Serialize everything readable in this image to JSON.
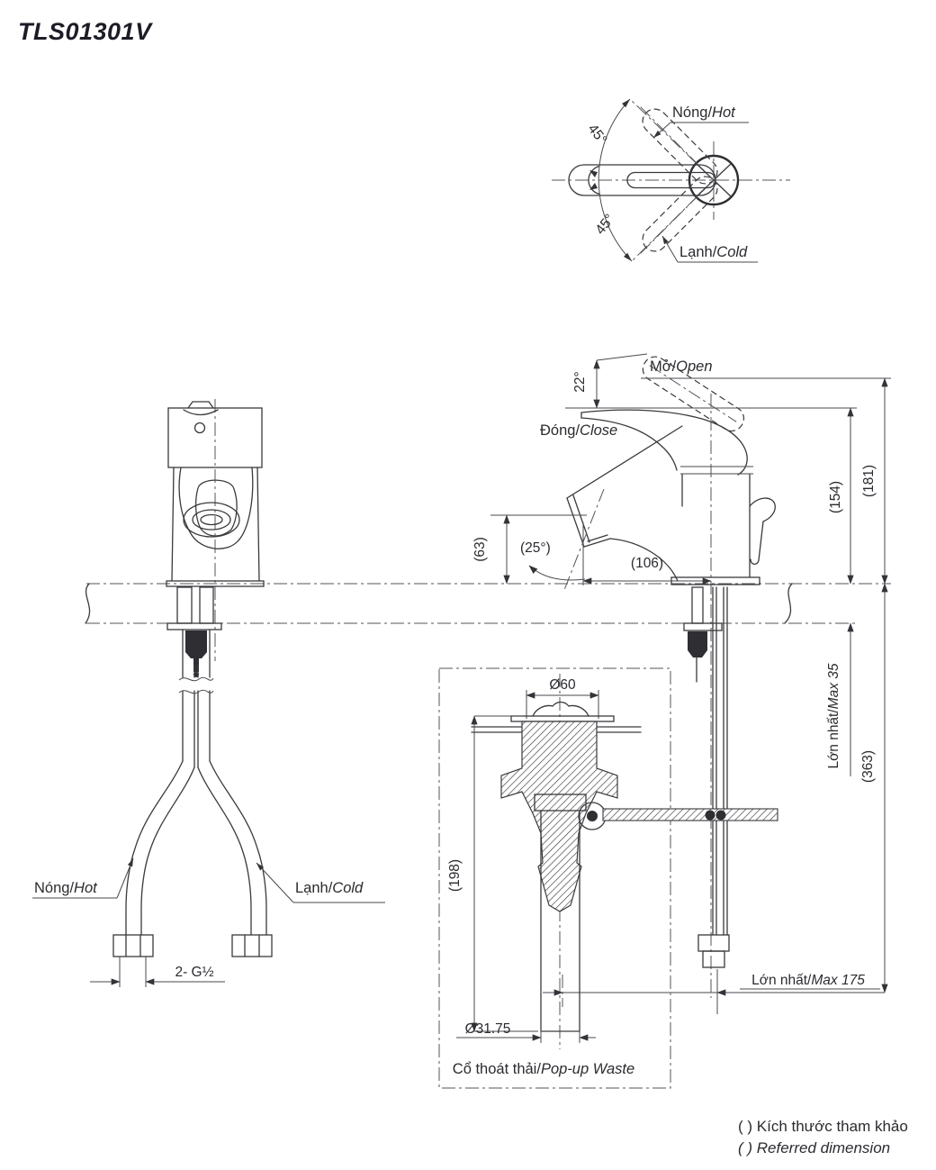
{
  "title": "TLS01301V",
  "top_view": {
    "angle_upper": "45°",
    "angle_lower": "45°",
    "hot": {
      "vi": "Nóng/",
      "en": "Hot"
    },
    "cold": {
      "vi": "Lạnh/",
      "en": "Cold"
    }
  },
  "side_view": {
    "open": {
      "vi": "Mở/",
      "en": "Open"
    },
    "close": {
      "vi": "Đóng/",
      "en": "Close"
    },
    "open_angle": "22°",
    "spout_angle": "(25°)",
    "spout_height": "(63)",
    "spout_reach": "(106)",
    "height_handle": "(154)",
    "height_total": "(181)",
    "depth_total": "(363)",
    "max_deck": {
      "vi": "Lớn nhất/",
      "en": "Max 35"
    },
    "max_reach": {
      "vi": "Lớn nhất/",
      "en": "Max 175"
    }
  },
  "front_view": {
    "hot": {
      "vi": "Nóng/",
      "en": "Hot"
    },
    "cold": {
      "vi": "Lạnh/",
      "en": "Cold"
    },
    "thread": "2- G½"
  },
  "popup_waste": {
    "dia_flange": "Ø60",
    "length": "(198)",
    "dia_tube": "Ø31.75",
    "caption": {
      "vi": "Cổ thoát thải/",
      "en": "Pop-up Waste"
    }
  },
  "footnote": {
    "line1": "( ) Kích thước tham khảo",
    "line2": "( ) Referred dimension"
  }
}
